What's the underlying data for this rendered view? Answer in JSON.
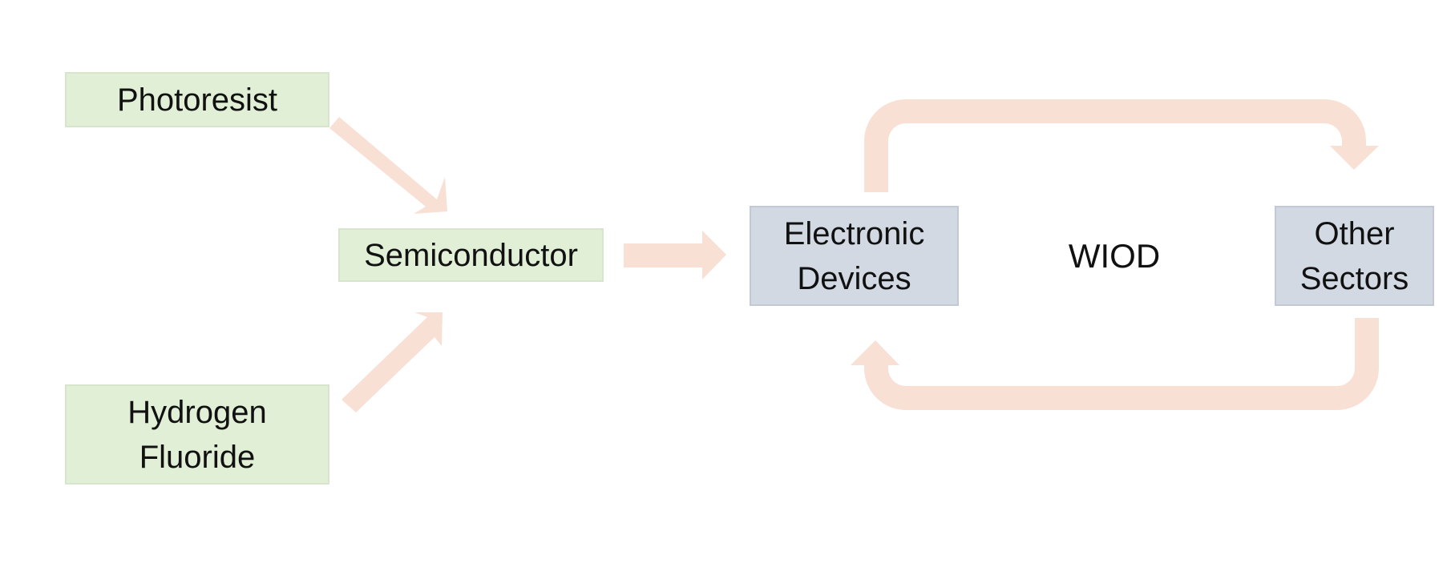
{
  "diagram": {
    "nodes": {
      "photoresist": {
        "lines": [
          "Photoresist"
        ]
      },
      "hydrogen_fluoride": {
        "lines": [
          "Hydrogen",
          "Fluoride"
        ]
      },
      "semiconductor": {
        "lines": [
          "Semiconductor"
        ]
      },
      "electronic_devices": {
        "lines": [
          "Electronic",
          "Devices"
        ]
      },
      "other_sectors": {
        "lines": [
          "Other",
          "Sectors"
        ]
      }
    },
    "region_label": "WIOD",
    "colors": {
      "input_box": "#e0efd6",
      "sector_box": "#d2d9e3",
      "arrow": "#f9e0d4",
      "text": "#111111"
    },
    "edges": [
      {
        "from": "photoresist",
        "to": "semiconductor"
      },
      {
        "from": "hydrogen_fluoride",
        "to": "semiconductor"
      },
      {
        "from": "semiconductor",
        "to": "electronic_devices"
      },
      {
        "from": "electronic_devices",
        "to": "other_sectors"
      },
      {
        "from": "other_sectors",
        "to": "electronic_devices"
      }
    ]
  }
}
